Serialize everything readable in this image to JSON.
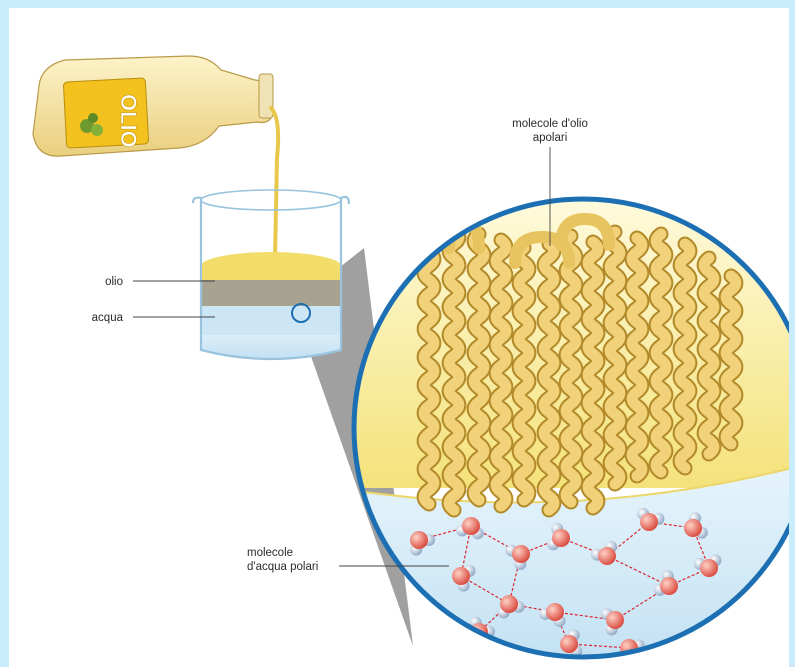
{
  "labels": {
    "oil_molecules_line1": "molecole d'olio",
    "oil_molecules_line2": "apolari",
    "oil": "olio",
    "water": "acqua",
    "water_molecules_line1": "molecole",
    "water_molecules_line2": "d'acqua polari"
  },
  "bottle": {
    "label_text": "OLIO"
  },
  "colors": {
    "background_border": "#c9ecfa",
    "oil": "#f3dd6a",
    "water": "#cfe8f6",
    "magnifier_ring": "#1c6fb2",
    "oxygen": "#e6695a",
    "hydrogen": "#b9cbe0",
    "hydrogen_bond": "#d9262c"
  },
  "oil_chain_count": 14,
  "water_molecule_count": 16
}
